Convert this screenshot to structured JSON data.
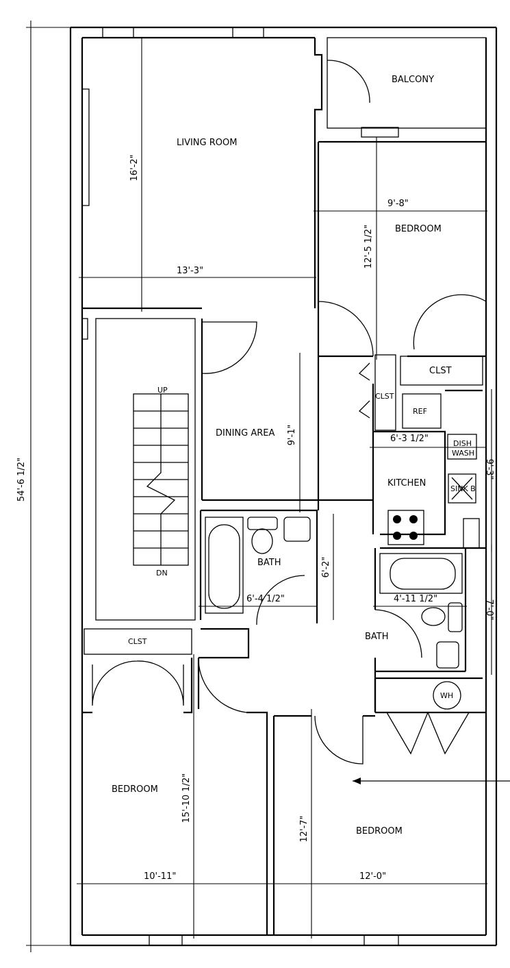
{
  "rooms": {
    "living_room": "LIVING ROOM",
    "balcony": "BALCONY",
    "bedroom_top": "BEDROOM",
    "closet_top": "CLST",
    "closet_hall": "CLST",
    "refrigerator": "REF",
    "dishwasher_1": "DISH",
    "dishwasher_2": "WASH",
    "sink": "SINK B",
    "dining_area": "DINING AREA",
    "kitchen": "KITCHEN",
    "stairs_up": "UP",
    "stairs_down": "DN",
    "bath_left": "BATH",
    "bath_right": "BATH",
    "closet_bottom": "CLST",
    "water_heater": "WH",
    "bedroom_bottom_left": "BEDROOM",
    "bedroom_bottom_right": "BEDROOM"
  },
  "dimensions": {
    "overall_length": "54'-6 1/2\"",
    "living_depth": "16'-2\"",
    "living_width": "13'-3\"",
    "bedroom_top_width": "9'-8\"",
    "bedroom_top_depth": "12'-5 1/2\"",
    "dining_depth": "9'-1\"",
    "kitchen_width": "6'-3 1/2\"",
    "kitchen_depth": "9'-3\"",
    "bath_left_depth": "6'-2\"",
    "bath_left_width": "6'-4 1/2\"",
    "bath_right_width": "4'-11 1/2\"",
    "bath_right_depth": "7'-0\"",
    "bedroom_bl_depth": "15'-10 1/2\"",
    "bedroom_bl_width": "10'-11\"",
    "bedroom_br_depth": "12'-7\"",
    "bedroom_br_width": "12'-0\""
  }
}
